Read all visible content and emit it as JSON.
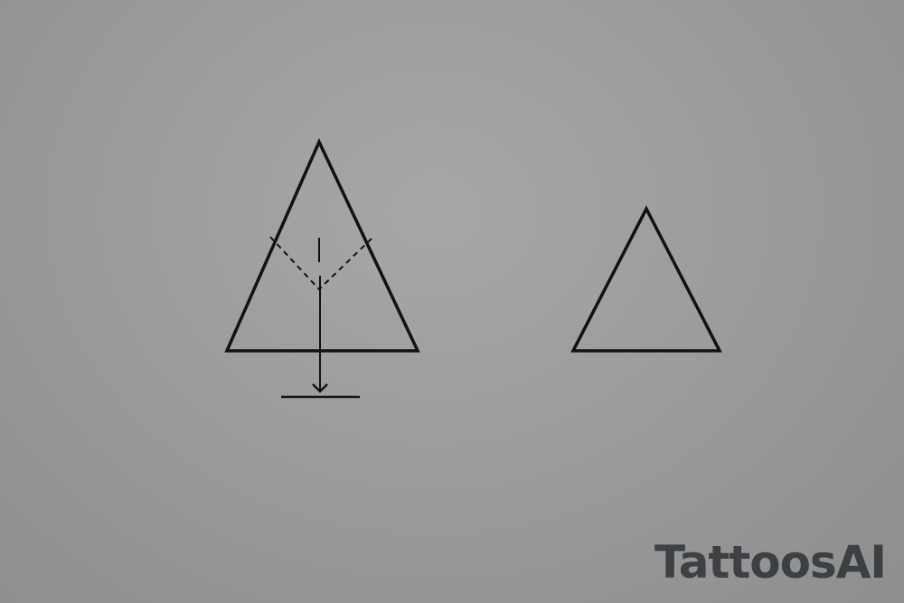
{
  "watermark": {
    "text": "TattoosAI",
    "color": "#2a2f33"
  },
  "drawing": {
    "ink_color": "#111111",
    "background_color": "#9c9c9c",
    "elements": [
      "large-triangle",
      "vertical-arrow",
      "dashed-branch-lines",
      "base-line",
      "small-triangle"
    ]
  }
}
